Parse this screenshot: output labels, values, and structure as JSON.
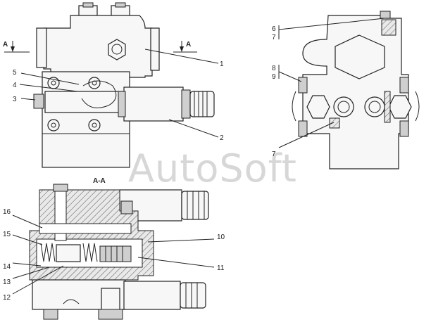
{
  "watermark": "AutoSoft",
  "section_mark": "A",
  "section_title": "A-A",
  "callouts": {
    "c1": "1",
    "c2": "2",
    "c3": "3",
    "c4": "4",
    "c5": "5",
    "c6": "6",
    "c7": "7",
    "c8": "8",
    "c9": "9",
    "c7b": "7",
    "c10": "10",
    "c11": "11",
    "c12": "12",
    "c13": "13",
    "c14": "14",
    "c15": "15",
    "c16": "16"
  },
  "colors": {
    "line": "#222222",
    "body_fill": "#f7f7f7",
    "watermark": "#d7d7d7"
  }
}
